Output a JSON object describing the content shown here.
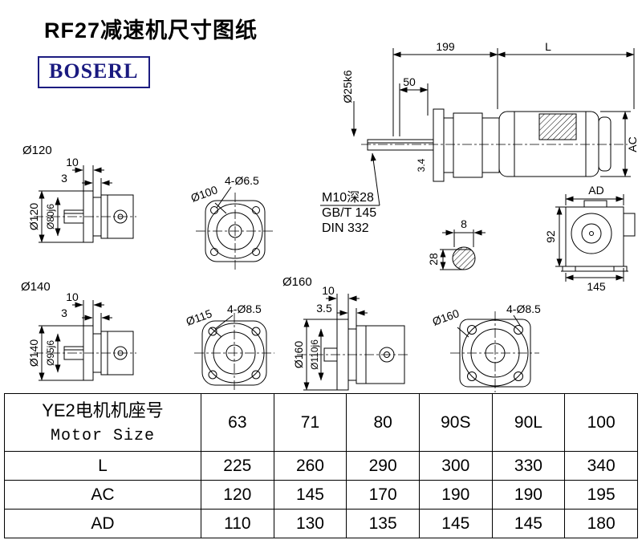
{
  "page": {
    "title": "RF27减速机尺寸图纸",
    "logo_text": "BOSERL"
  },
  "main_view": {
    "dim_199": "199",
    "dim_l": "L",
    "dim_50": "50",
    "shaft_dia": "Ø25k6",
    "dim_ac": "AC",
    "dim_34": "3.4",
    "note_tap": "M10深28",
    "note_gb": "GB/T 145",
    "note_din": "DIN 332"
  },
  "side_view": {
    "dim_ad": "AD",
    "dim_92": "92",
    "dim_145": "145"
  },
  "key_section": {
    "dim_8": "8",
    "dim_28": "28"
  },
  "flange_120": {
    "label": "Ø120",
    "dim_10": "10",
    "dim_3": "3",
    "od": "Ø120",
    "pilot": "Ø80j6"
  },
  "front_100": {
    "holes": "4-Ø6.5",
    "dia": "Ø100"
  },
  "flange_140": {
    "label": "Ø140",
    "dim_10": "10",
    "dim_3": "3",
    "od": "Ø140",
    "pilot": "Ø95j6"
  },
  "front_115": {
    "holes": "4-Ø8.5",
    "dia": "Ø115"
  },
  "flange_160": {
    "label": "Ø160",
    "dim_10": "10",
    "dim_35": "3.5",
    "od": "Ø160",
    "pilot": "Ø110j6"
  },
  "front_160": {
    "holes": "4-Ø8.5",
    "dia": "Ø160"
  },
  "table": {
    "header_cn": "YE2电机机座号",
    "header_en": "Motor Size",
    "columns": [
      "63",
      "71",
      "80",
      "90S",
      "90L",
      "100"
    ],
    "rows": [
      {
        "label": "L",
        "values": [
          "225",
          "260",
          "290",
          "300",
          "330",
          "340"
        ]
      },
      {
        "label": "AC",
        "values": [
          "120",
          "145",
          "170",
          "190",
          "190",
          "195"
        ]
      },
      {
        "label": "AD",
        "values": [
          "110",
          "130",
          "135",
          "145",
          "145",
          "180"
        ]
      }
    ]
  }
}
